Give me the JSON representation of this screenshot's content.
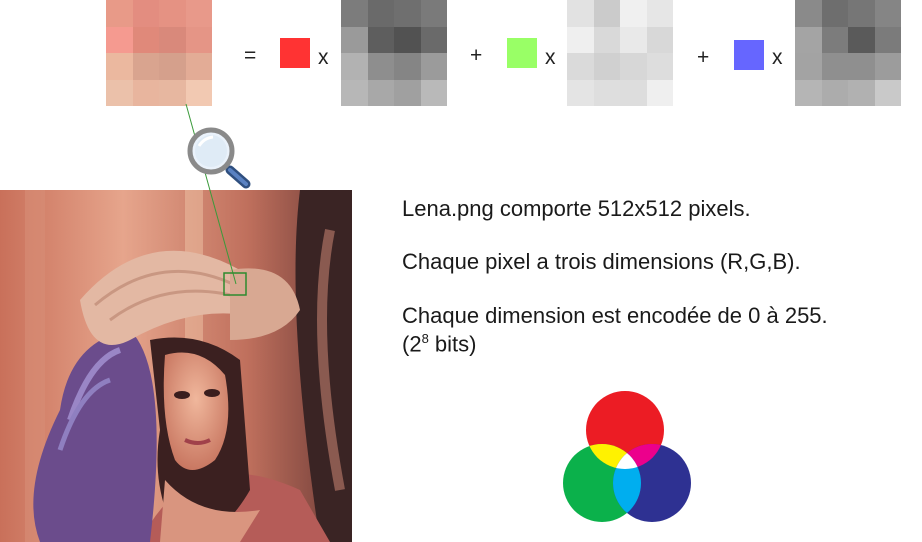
{
  "equation": {
    "equals": "=",
    "times": "x",
    "plus": "+",
    "swatch_colors": {
      "red": "#ff3333",
      "green": "#99ff66",
      "blue": "#6666ff"
    },
    "source_patch": [
      "#e89a88",
      "#e38d80",
      "#e59283",
      "#e8998a",
      "#f59a90",
      "#e0897a",
      "#d9897b",
      "#e59586",
      "#ebb89f",
      "#d9a48f",
      "#d5a08c",
      "#e3ac96",
      "#ebc1aa",
      "#e8b59e",
      "#e7b7a0",
      "#f2c9b2"
    ],
    "red_channel": [
      "#7c7c7c",
      "#6a6a6a",
      "#6f6f6f",
      "#7a7a7a",
      "#9a9a9a",
      "#5e5e5e",
      "#525252",
      "#6a6a6a",
      "#b2b2b2",
      "#8e8e8e",
      "#858585",
      "#9b9b9b",
      "#b7b7b7",
      "#a8a8a8",
      "#a0a0a0",
      "#b9b9b9"
    ],
    "green_channel": [
      "#e2e2e2",
      "#cbcbcb",
      "#f0f0f0",
      "#e6e6e6",
      "#efefef",
      "#d9d9d9",
      "#e9e9e9",
      "#d8d8d8",
      "#dadada",
      "#d0d0d0",
      "#d7d7d7",
      "#dddddd",
      "#e4e4e4",
      "#dedede",
      "#dddddd",
      "#efefef"
    ],
    "blue_channel": [
      "#8a8a8a",
      "#6e6e6e",
      "#767676",
      "#858585",
      "#a4a4a4",
      "#7c7c7c",
      "#5a5a5a",
      "#7b7b7b",
      "#a3a3a3",
      "#8f8f8f",
      "#8f8f8f",
      "#9c9c9c",
      "#b5b5b5",
      "#acacac",
      "#b1b1b1",
      "#c9c9c9"
    ]
  },
  "text": {
    "line1": "Lena.png comporte 512x512 pixels.",
    "line2": "Chaque pixel a trois dimensions (R,G,B).",
    "line3": "Chaque dimension est encodée de 0 à 255.",
    "line4_open": "(2",
    "line4_sup": "8",
    "line4_close": " bits)"
  },
  "icons": {
    "magnifier": "magnifier-icon"
  },
  "venn_colors": {
    "red": "#ec1c24",
    "green": "#0bb14b",
    "blue": "#2e3192",
    "yellow": "#fff200",
    "cyan": "#00aeef",
    "magenta": "#ec008c",
    "white": "#ffffff"
  }
}
